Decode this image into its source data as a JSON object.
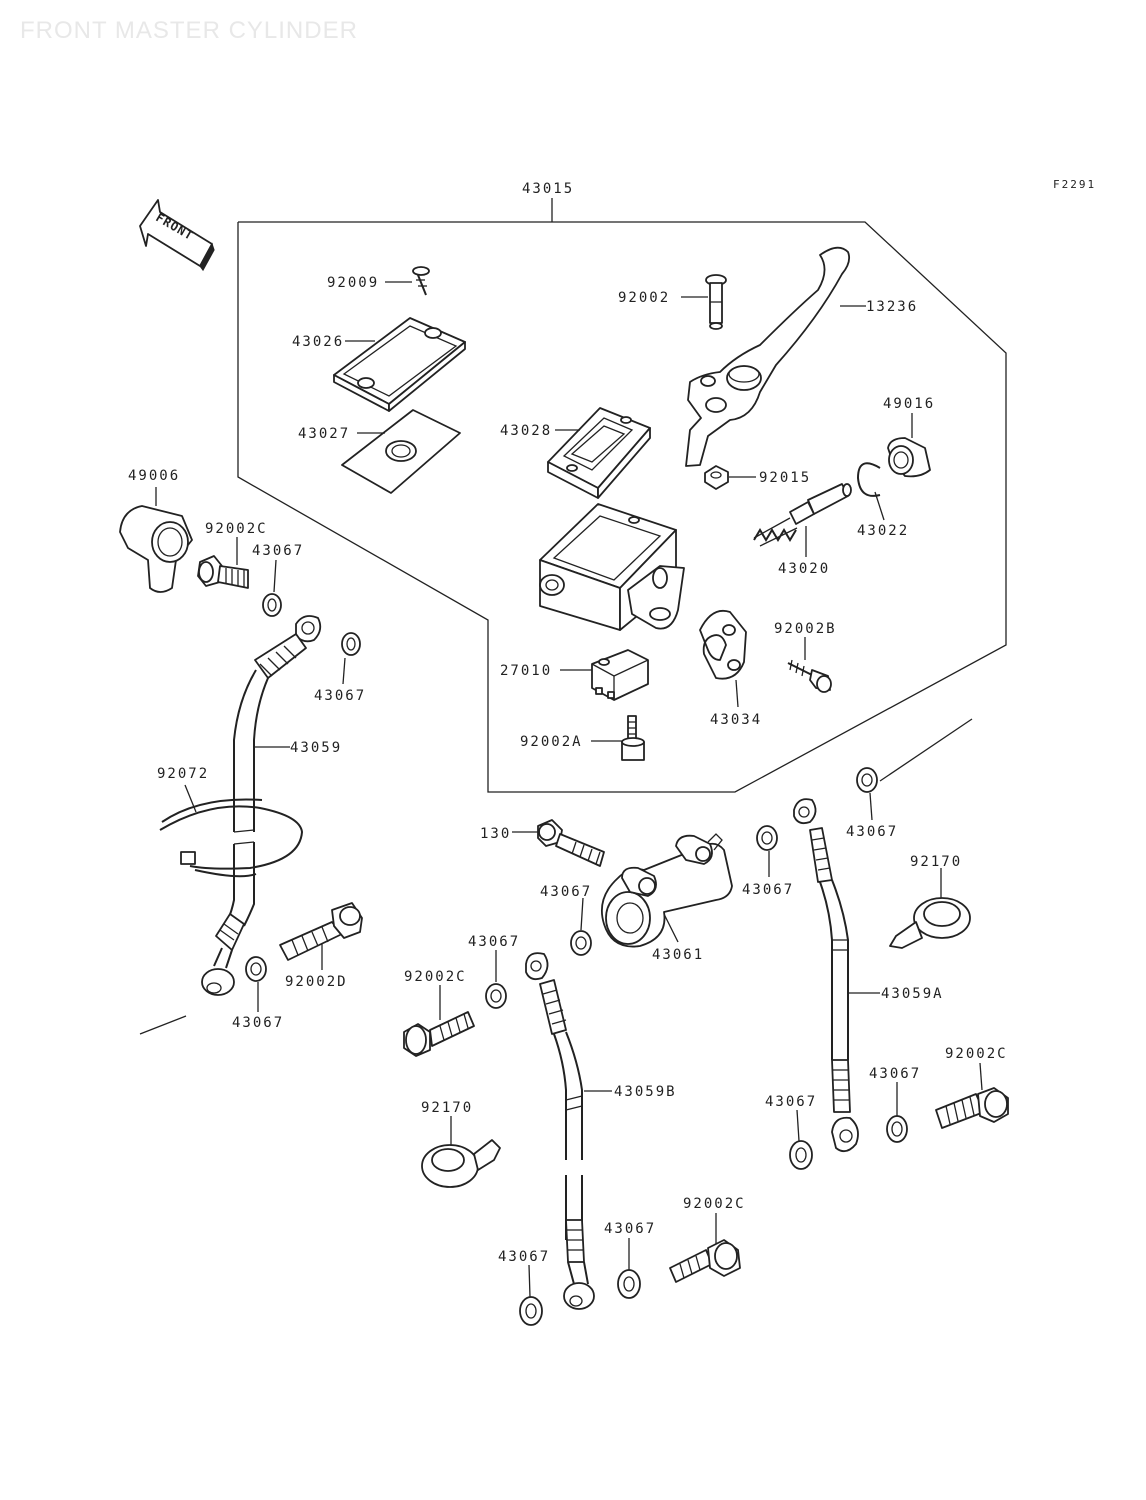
{
  "title": "FRONT MASTER CYLINDER",
  "figure_code": "F2291",
  "front_arrow_label": "FRONT",
  "labels": {
    "l43015": "43015",
    "l92009": "92009",
    "l43026": "43026",
    "l43027": "43027",
    "l92002": "92002",
    "l13236": "13236",
    "l43028": "43028",
    "l49016": "49016",
    "l92015": "92015",
    "l43022": "43022",
    "l43020": "43020",
    "l92002B": "92002B",
    "l27010": "27010",
    "l43034": "43034",
    "l92002A": "92002A",
    "l49006": "49006",
    "l92002C_1": "92002C",
    "l43067_1": "43067",
    "l43067_2": "43067",
    "l43059": "43059",
    "l92072": "92072",
    "l92002D": "92002D",
    "l43067_3": "43067",
    "l130": "130",
    "l43067_4": "43067",
    "l43067_5": "43067",
    "l43061": "43061",
    "l43067_6": "43067",
    "l43067_7": "43067",
    "l92002C_2": "92002C",
    "l92170_1": "92170",
    "l43059A": "43059A",
    "l43059B": "43059B",
    "l92170_2": "92170",
    "l92002C_3": "92002C",
    "l43067_8": "43067",
    "l43067_9": "43067",
    "l92002C_4": "92002C",
    "l43067_10": "43067",
    "l43067_11": "43067"
  }
}
